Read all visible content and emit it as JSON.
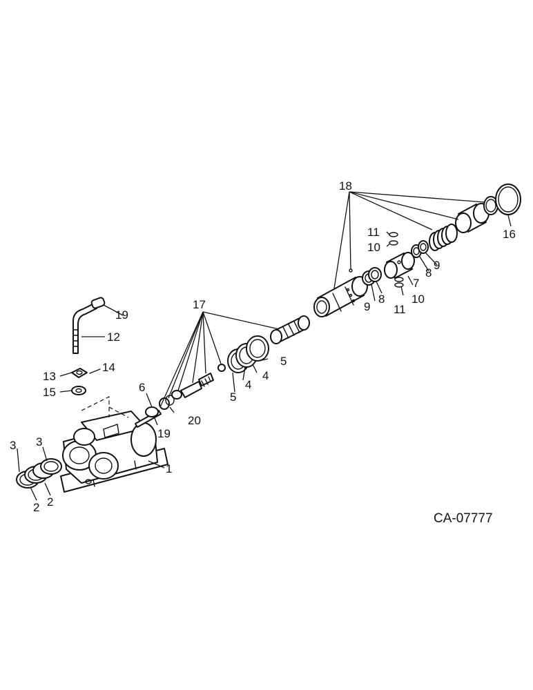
{
  "drawing_code": "CA-07777",
  "callouts": [
    {
      "id": "c1",
      "text": "1"
    },
    {
      "id": "c2a",
      "text": "2"
    },
    {
      "id": "c2b",
      "text": "2"
    },
    {
      "id": "c3a",
      "text": "3"
    },
    {
      "id": "c3b",
      "text": "3"
    },
    {
      "id": "c4a",
      "text": "4"
    },
    {
      "id": "c4b",
      "text": "4"
    },
    {
      "id": "c5a",
      "text": "5"
    },
    {
      "id": "c5b",
      "text": "5"
    },
    {
      "id": "c6",
      "text": "6"
    },
    {
      "id": "c7",
      "text": "7"
    },
    {
      "id": "c8a",
      "text": "8"
    },
    {
      "id": "c8b",
      "text": "8"
    },
    {
      "id": "c9a",
      "text": "9"
    },
    {
      "id": "c9b",
      "text": "9"
    },
    {
      "id": "c10a",
      "text": "10"
    },
    {
      "id": "c10b",
      "text": "10"
    },
    {
      "id": "c11a",
      "text": "11"
    },
    {
      "id": "c11b",
      "text": "11"
    },
    {
      "id": "c12",
      "text": "12"
    },
    {
      "id": "c13",
      "text": "13"
    },
    {
      "id": "c14",
      "text": "14"
    },
    {
      "id": "c15",
      "text": "15"
    },
    {
      "id": "c16",
      "text": "16"
    },
    {
      "id": "c17",
      "text": "17"
    },
    {
      "id": "c18",
      "text": "18"
    },
    {
      "id": "c19a",
      "text": "19"
    },
    {
      "id": "c19b",
      "text": "19"
    },
    {
      "id": "c20",
      "text": "20"
    }
  ]
}
